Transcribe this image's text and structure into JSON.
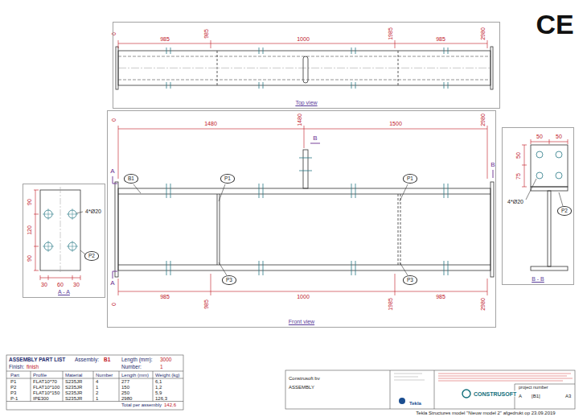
{
  "diagram": {
    "nodes": [
      {
        "text": [
          "Top view"
        ]
      },
      {
        "text": [
          "Front view"
        ]
      },
      {
        "text": [
          "A - A"
        ]
      },
      {
        "text": [
          "B - B"
        ]
      },
      {
        "text": [
          "B1"
        ],
        "in": 1
      },
      {
        "text": [
          "P1"
        ],
        "in": 1
      },
      {
        "text": [
          "P3"
        ],
        "in": 1
      },
      {
        "text": [
          "P1"
        ],
        "in": 1
      },
      {
        "text": [
          "P3"
        ],
        "in": 1
      },
      {
        "text": [
          "P2"
        ],
        "in": 2
      },
      {
        "text": [
          "P2"
        ],
        "in": 3
      }
    ],
    "labels": [
      "985",
      "1000",
      "985",
      "0",
      "985",
      "1985",
      "2980",
      "1480",
      "1500",
      "0",
      "1480",
      "2980",
      "985",
      "1000",
      "985",
      "0",
      "985",
      "1985",
      "2980",
      "A",
      "A",
      "B",
      "B",
      "90",
      "120",
      "90",
      "30",
      "60",
      "30",
      "4*Ø20",
      "50",
      "50",
      "50",
      "75",
      "4*Ø20",
      "ASSEMBLY PART LIST",
      "Assembly:",
      "B1",
      "Length (mm):",
      "3000",
      "Finish:",
      "finish",
      "Number:",
      "1",
      "Part",
      "Profile",
      "Material",
      "Number",
      "Length (mm)",
      "Weight (kg)",
      "P1",
      "FLAT10*70",
      "S235JR",
      "4",
      "277",
      "6,1",
      "P2",
      "FLAT10*100",
      "S235JR",
      "1",
      "150",
      "1,2",
      "P3",
      "FLAT10*150",
      "S235JR",
      "2",
      "250",
      "5,9",
      "P-1",
      "IPE300",
      "S235JR",
      "1",
      "2980",
      "126,3",
      "Total per assembly",
      "142,6",
      "Construsoft bv",
      "ASSEMBLY",
      "CONSTRUSOFT",
      "Tekla",
      "project number",
      "A",
      "[B1]",
      "A3",
      "Tekla Structures model \"Nieuw model 2\" afgedrukt op 23.09.2019",
      "CE"
    ]
  }
}
